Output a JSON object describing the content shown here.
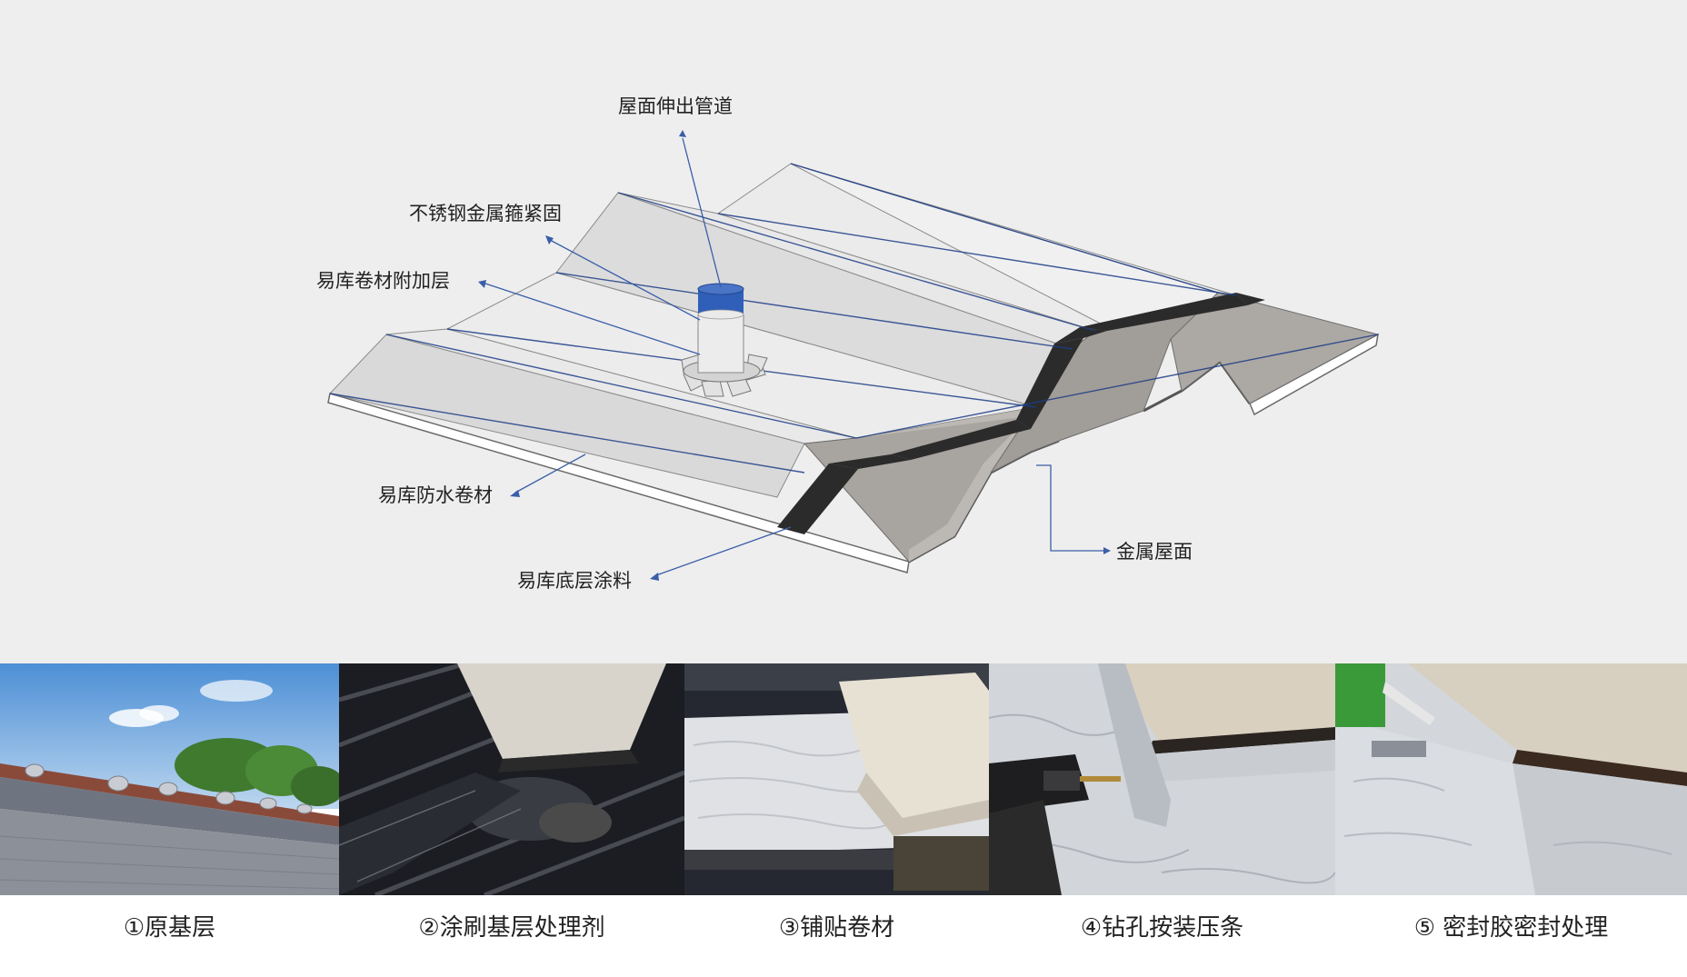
{
  "diagram": {
    "labels": {
      "pipe": "屋面伸出管道",
      "clamp": "不锈钢金属箍紧固",
      "extra_layer": "易库卷材附加层",
      "membrane": "易库防水卷材",
      "primer": "易库底层涂料",
      "metal_roof": "金属屋面"
    }
  },
  "steps": [
    {
      "caption": "①原基层"
    },
    {
      "caption": "②涂刷基层处理剂"
    },
    {
      "caption": "③铺贴卷材"
    },
    {
      "caption": "④钻孔按装压条"
    },
    {
      "caption": "⑤ 密封胶密封处理"
    }
  ],
  "colors": {
    "accent_blue": "#3a5ea8",
    "pipe_cap": "#2f5fb8",
    "primer_black": "#2b2b2b",
    "metal_gray": "#a5a19c",
    "panel_bg": "#eeeeee"
  }
}
